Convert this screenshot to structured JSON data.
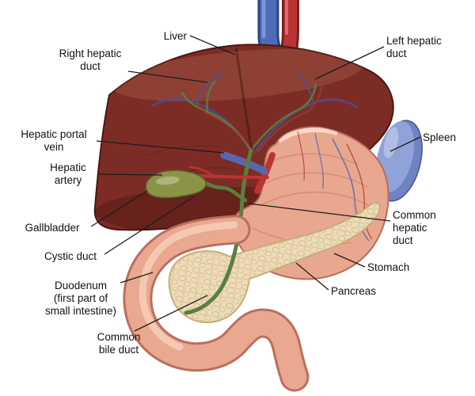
{
  "labels": {
    "liver": {
      "text": "Liver"
    },
    "right_hepatic_duct": {
      "text": "Right hepatic\nduct"
    },
    "left_hepatic_duct": {
      "text": "Left hepatic\nduct"
    },
    "hepatic_portal_vein": {
      "text": "Hepatic portal\nvein"
    },
    "hepatic_artery": {
      "text": "Hepatic\nartery"
    },
    "gallbladder": {
      "text": "Gallbladder"
    },
    "cystic_duct": {
      "text": "Cystic duct"
    },
    "duodenum": {
      "text": "Duodenum\n(first part of\nsmall intestine)"
    },
    "common_bile_duct": {
      "text": "Common\nbile duct"
    },
    "spleen": {
      "text": "Spleen"
    },
    "common_hepatic_duct": {
      "text": "Common\nhepatic\nduct"
    },
    "stomach": {
      "text": "Stomach"
    },
    "pancreas": {
      "text": "Pancreas"
    }
  },
  "colors": {
    "background": "#ffffff",
    "liver": "#7c2c25",
    "liver_outline": "#4a1712",
    "stomach": "#e9a78f",
    "stomach_outline": "#b96a5e",
    "spleen": "#8fa3d8",
    "spleen_shade": "#6e82c4",
    "pancreas": "#ecdcb8",
    "pancreas_outline": "#c6ab77",
    "gallbladder": "#8b9446",
    "duodenum": "#e9a88f",
    "duodenum_outline": "#b96f60",
    "artery": "#bb3434",
    "vein": "#4d6cb8",
    "portal_vein": "#5866ae",
    "duct": "#5a7f3e",
    "leader_line": "#1c1c1c"
  }
}
